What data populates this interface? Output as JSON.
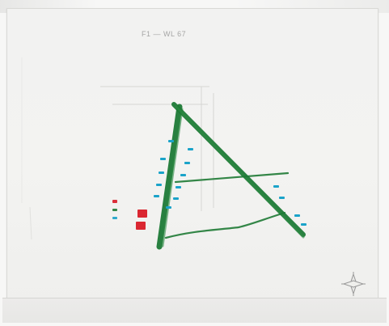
{
  "map": {
    "header_text": "F1 — WL 67",
    "top_label_left": "",
    "top_label_right": "",
    "legend": {
      "title": "",
      "items": [
        {
          "label": "",
          "symbol_color": "#d81b26",
          "symbol": "red-square"
        },
        {
          "label": "",
          "symbol_color": "#1f7a35",
          "symbol": "green-line"
        },
        {
          "label": "",
          "symbol_color": "#1aa3c9",
          "symbol": "blue-dash"
        }
      ]
    },
    "colors": {
      "green_ink": "#1f7a35",
      "blue_marks": "#1aa3c9",
      "red_marks": "#d81b26",
      "paper": "#f2f2f1",
      "pencil": "#c7c7c4"
    },
    "bottom_text": {
      "left": "",
      "center": "",
      "right": ""
    }
  }
}
